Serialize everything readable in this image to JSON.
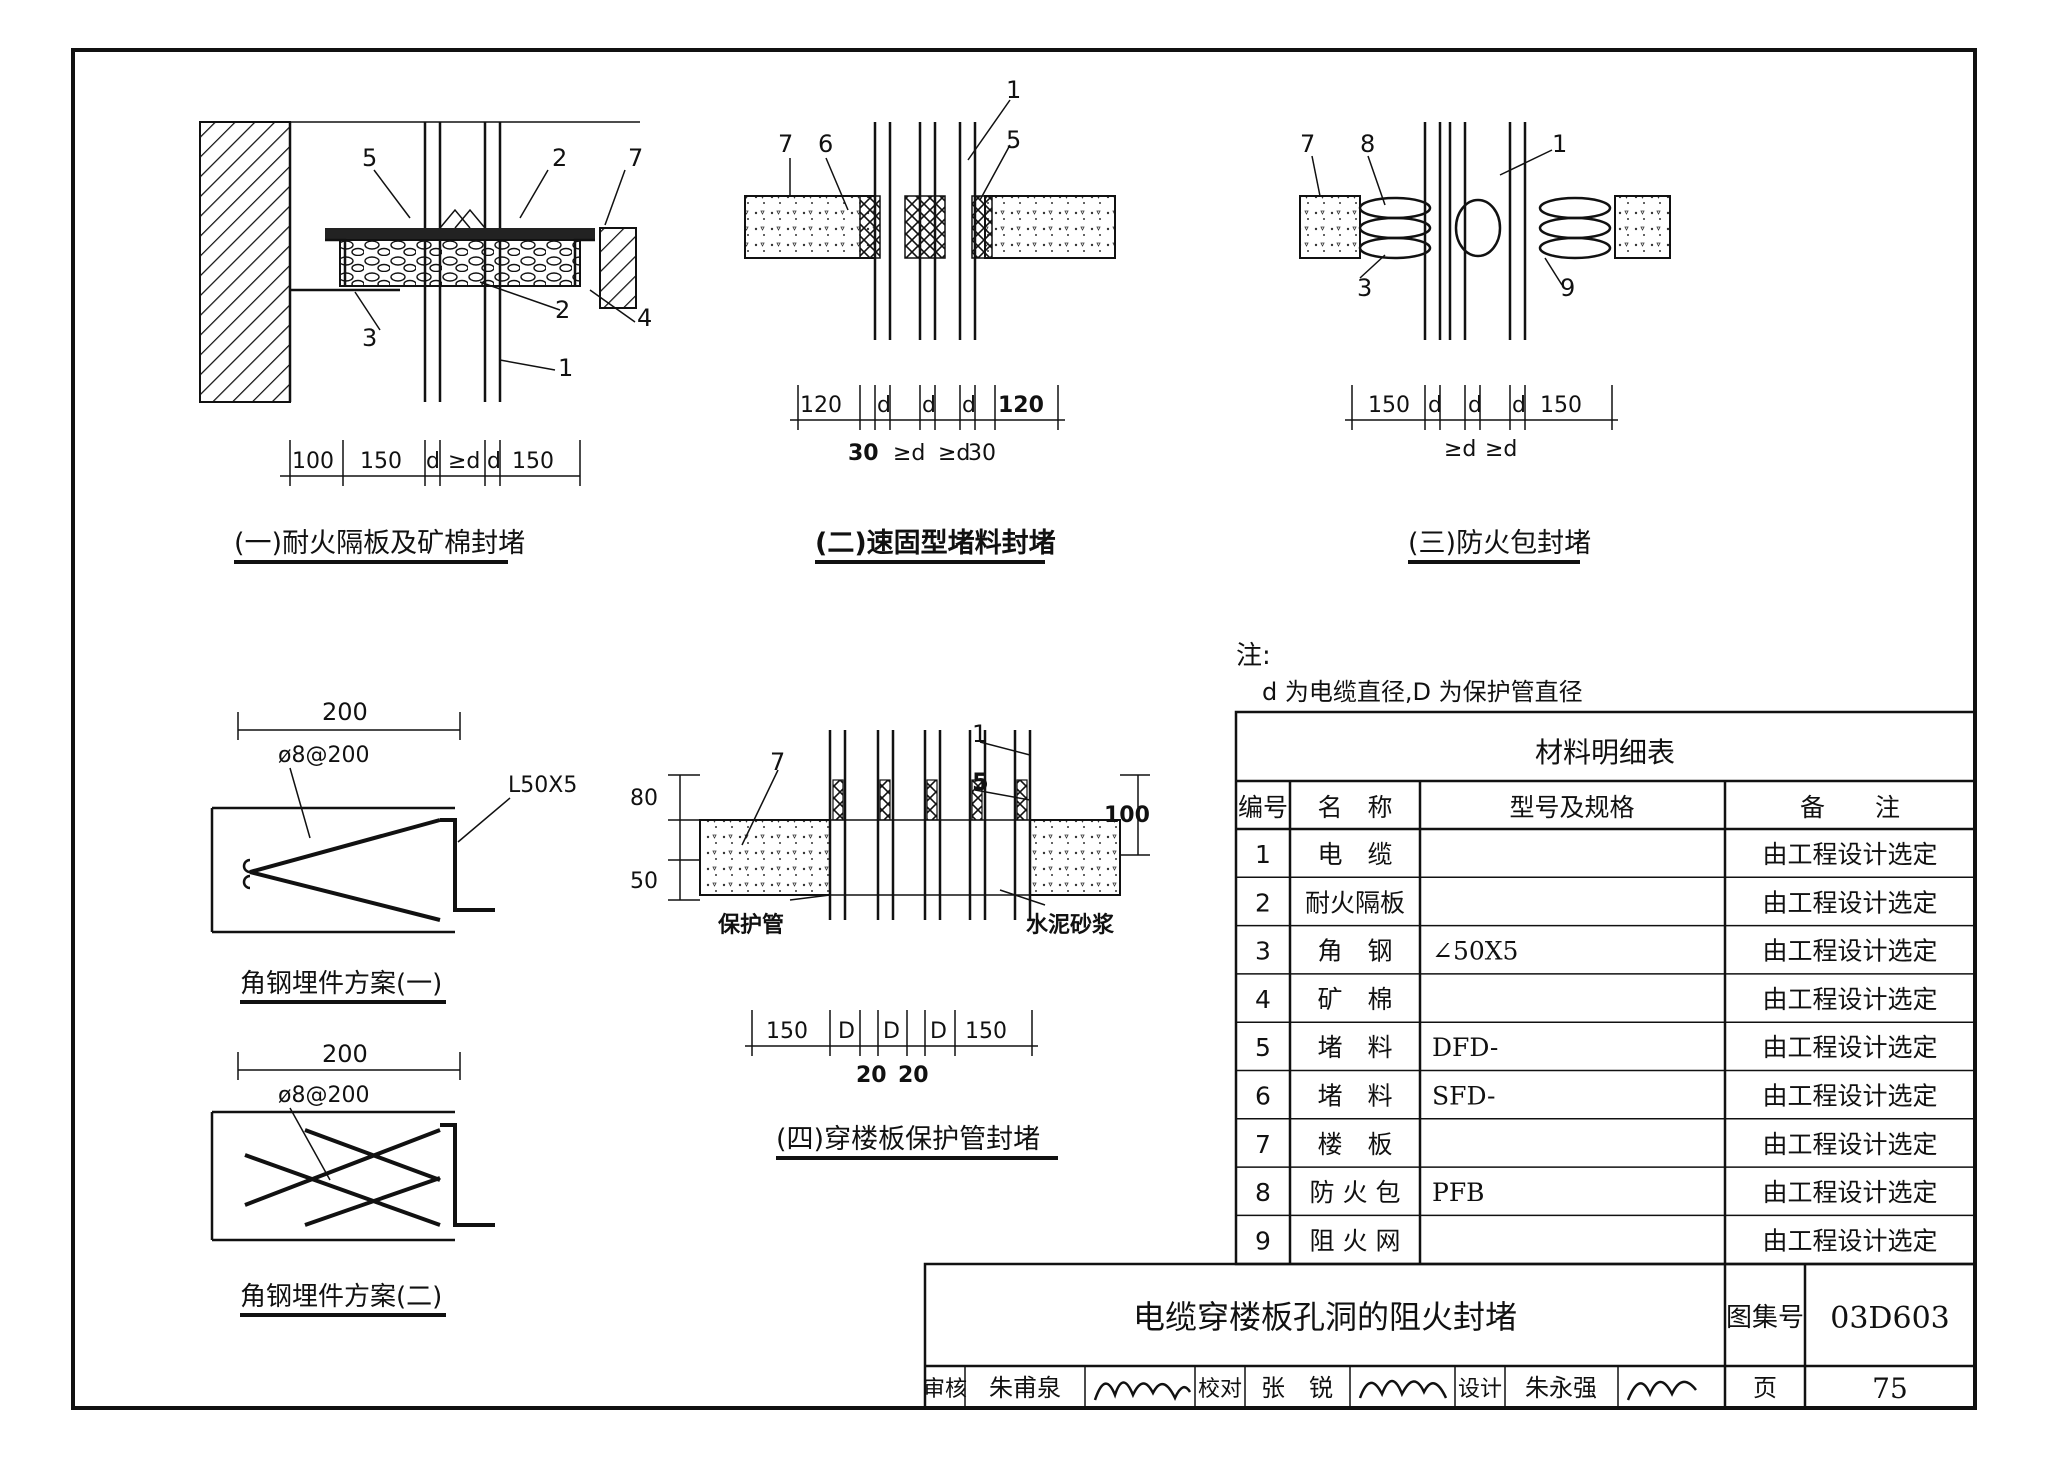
{
  "figures": {
    "fig1": {
      "caption": "(一)耐火隔板及矿棉封堵",
      "callouts": [
        "5",
        "2",
        "7",
        "3",
        "2",
        "4",
        "1"
      ],
      "dims": [
        "100",
        "150",
        "d",
        "≥d",
        "d",
        "150"
      ]
    },
    "fig2": {
      "caption": "(二)速固型堵料封堵",
      "callouts": [
        "7",
        "6",
        "1",
        "5"
      ],
      "dims_top": [
        "120",
        "d",
        "d",
        "d",
        "120"
      ],
      "dims_bottom": [
        "30",
        "≥d",
        "≥d",
        "30"
      ]
    },
    "fig3": {
      "caption": "(三)防火包封堵",
      "callouts": [
        "7",
        "8",
        "1",
        "3",
        "9"
      ],
      "dims_top": [
        "150",
        "d",
        "d",
        "d",
        "150"
      ],
      "dims_bottom": [
        "≥d",
        "≥d"
      ]
    },
    "fig4": {
      "caption": "(四)穿楼板保护管封堵",
      "callouts": [
        "7",
        "1",
        "5"
      ],
      "labels": {
        "pipe": "保护管",
        "mortar": "水泥砂浆"
      },
      "dims_left": [
        "80",
        "50"
      ],
      "dim_right": "100",
      "dims_bottom": [
        "150",
        "D",
        "D",
        "D",
        "150"
      ],
      "dims_bottom2": [
        "20",
        "20"
      ]
    },
    "angle1": {
      "caption": "角钢埋件方案(一)",
      "width": "200",
      "rebar": "ø8@200",
      "angle": "L50X5"
    },
    "angle2": {
      "caption": "角钢埋件方案(二)",
      "width": "200",
      "rebar": "ø8@200"
    }
  },
  "note": {
    "title": "注:",
    "text": "d 为电缆直径,D 为保护管直径"
  },
  "table": {
    "title": "材料明细表",
    "headers": [
      "编号",
      "名　称",
      "型号及规格",
      "备　　注"
    ],
    "rows": [
      {
        "no": "1",
        "name": "电　缆",
        "spec": "",
        "remark": "由工程设计选定"
      },
      {
        "no": "2",
        "name": "耐火隔板",
        "spec": "",
        "remark": "由工程设计选定"
      },
      {
        "no": "3",
        "name": "角　钢",
        "spec": "∠50X5",
        "remark": "由工程设计选定"
      },
      {
        "no": "4",
        "name": "矿　棉",
        "spec": "",
        "remark": "由工程设计选定"
      },
      {
        "no": "5",
        "name": "堵　料",
        "spec": "DFD-",
        "remark": "由工程设计选定"
      },
      {
        "no": "6",
        "name": "堵　料",
        "spec": "SFD-",
        "remark": "由工程设计选定"
      },
      {
        "no": "7",
        "name": "楼　板",
        "spec": "",
        "remark": "由工程设计选定"
      },
      {
        "no": "8",
        "name": "防 火 包",
        "spec": "PFB",
        "remark": "由工程设计选定"
      },
      {
        "no": "9",
        "name": "阻 火 网",
        "spec": "",
        "remark": "由工程设计选定"
      }
    ]
  },
  "title_block": {
    "title": "电缆穿楼板孔洞的阻火封堵",
    "atlas_label": "图集号",
    "atlas_no": "03D603",
    "review_label": "审核",
    "reviewer": "朱甫泉",
    "check_label": "校对",
    "checker": "张　锐",
    "design_label": "设计",
    "designer": "朱永强",
    "page_label": "页",
    "page_no": "75"
  }
}
